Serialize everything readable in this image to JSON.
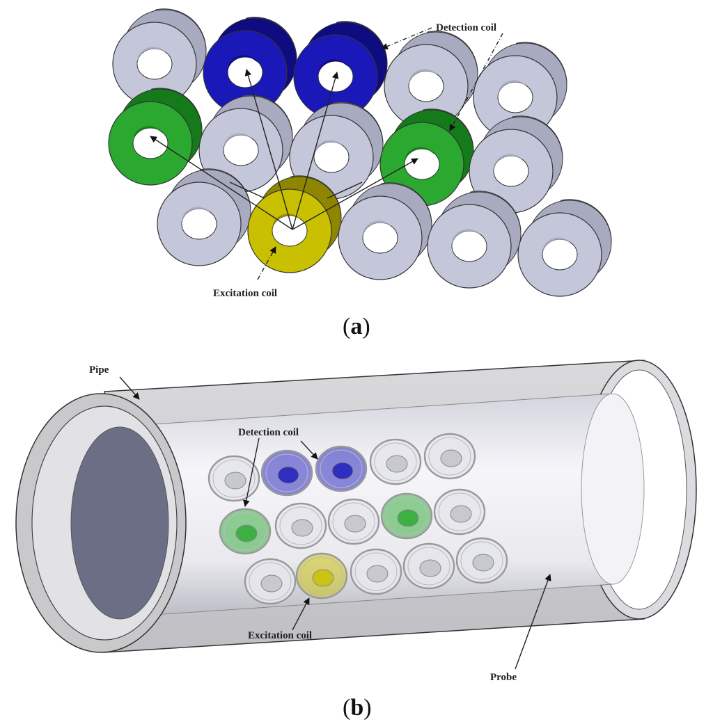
{
  "panel_a": {
    "label_open": "(",
    "label_letter": "a",
    "label_close": ")",
    "detection_label": "Detection coil",
    "excitation_label": "Excitation coil"
  },
  "panel_b": {
    "label_open": "(",
    "label_letter": "b",
    "label_close": ")",
    "pipe_label": "Pipe",
    "detection_label": "Detection coil",
    "excitation_label": "Excitation coil",
    "probe_label": "Probe"
  },
  "colors": {
    "grey_face": "#c4c6d9",
    "grey_side": "#a8aac0",
    "blue_face": "#1a18b8",
    "blue_side": "#0e0c80",
    "green_face": "#2aa830",
    "green_side": "#157a1a",
    "yellow_face": "#c8c000",
    "yellow_side": "#8e8600",
    "probe_body": "#ececf2",
    "pipe_ring": "#c9c9cc",
    "pipe_inner": "#6c6e86"
  },
  "coil_pattern": {
    "rows": [
      [
        "grey",
        "blue",
        "blue",
        "grey",
        "grey"
      ],
      [
        "green",
        "grey",
        "grey",
        "green",
        "grey"
      ],
      [
        "grey",
        "yellow",
        "grey",
        "grey",
        "grey"
      ]
    ]
  }
}
